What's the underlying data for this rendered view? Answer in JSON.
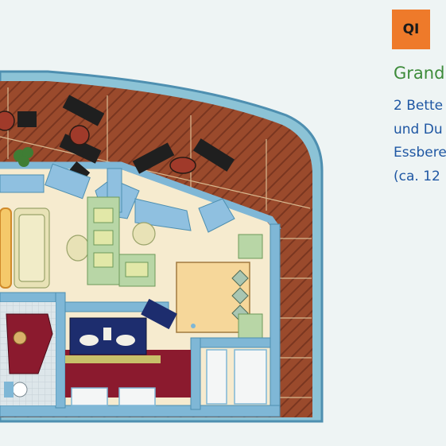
{
  "suite": {
    "code": "QI",
    "title": "Grand",
    "description_lines": [
      "2 Bette",
      "und Du",
      "Essbere",
      "(ca. 12"
    ]
  },
  "colors": {
    "badge": "#ee7a2a",
    "title": "#3d8b3a",
    "text": "#1f57a3",
    "deck": "#9a4a2c",
    "walls": "#7fb7d6",
    "carpet": "#f6ebcf",
    "rug": "#8b1a2e"
  },
  "icons": {
    "floorplan": "cabin-floorplan-graphic"
  }
}
